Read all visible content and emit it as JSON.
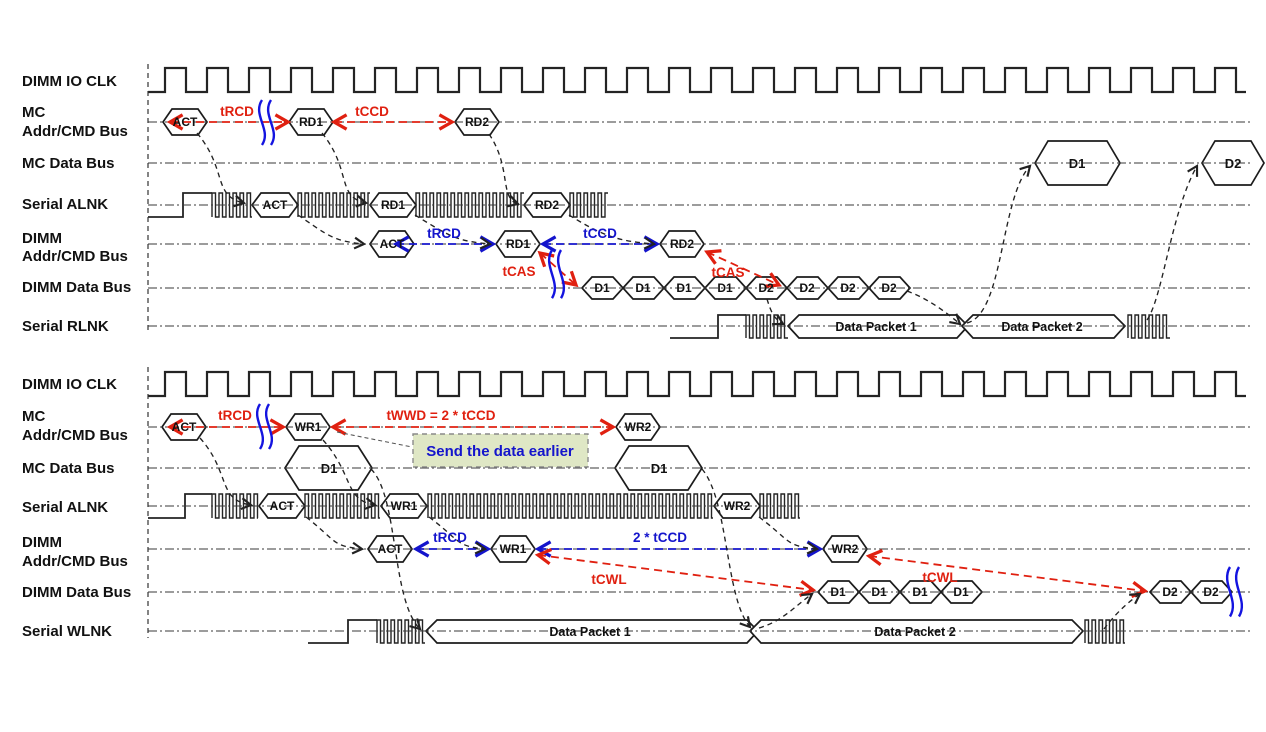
{
  "labels": {
    "clk": "DIMM IO CLK",
    "mc_line1": "MC",
    "mc_line2": "Addr/CMD Bus",
    "mc_data": "MC Data Bus",
    "serial_alnk": "Serial ALNK",
    "dimm_line1": "DIMM",
    "dimm_line2": "Addr/CMD Bus",
    "dimm_data": "DIMM Data Bus",
    "serial_rlnk": "Serial RLNK",
    "serial_wlnk": "Serial WLNK"
  },
  "read": {
    "mc_cmds": [
      "ACT",
      "RD1",
      "RD2"
    ],
    "alnk_cmds": [
      "ACT",
      "RD1",
      "RD2"
    ],
    "dimm_cmds": [
      "ACT",
      "RD1",
      "RD2"
    ],
    "mc_data": [
      "D1",
      "D2"
    ],
    "dimm_data": [
      "D1",
      "D1",
      "D1",
      "D1",
      "D2",
      "D2",
      "D2",
      "D2"
    ],
    "rlnk_packets": [
      "Data Packet 1",
      "Data Packet 2"
    ],
    "timing": {
      "trcd": "tRCD",
      "tccd": "tCCD",
      "tcas": "tCAS"
    }
  },
  "write": {
    "mc_cmds": [
      "ACT",
      "WR1",
      "WR2"
    ],
    "alnk_cmds": [
      "ACT",
      "WR1",
      "WR2"
    ],
    "dimm_cmds": [
      "ACT",
      "WR1",
      "WR2"
    ],
    "mc_data": [
      "D1",
      "D1"
    ],
    "dimm_data": [
      "D1",
      "D1",
      "D1",
      "D1",
      "D2",
      "D2"
    ],
    "wlnk_packets": [
      "Data Packet 1",
      "Data Packet 2"
    ],
    "timing": {
      "trcd": "tRCD",
      "twwd": "tWWD = 2 * tCCD",
      "tccd2": "2 * tCCD",
      "tcwl": "tCWL"
    },
    "note": "Send the data earlier"
  },
  "colors": {
    "timing_red": "#e02010",
    "timing_blue": "#1414cc",
    "note_fill": "#dfe7c5",
    "line": "#222222"
  }
}
